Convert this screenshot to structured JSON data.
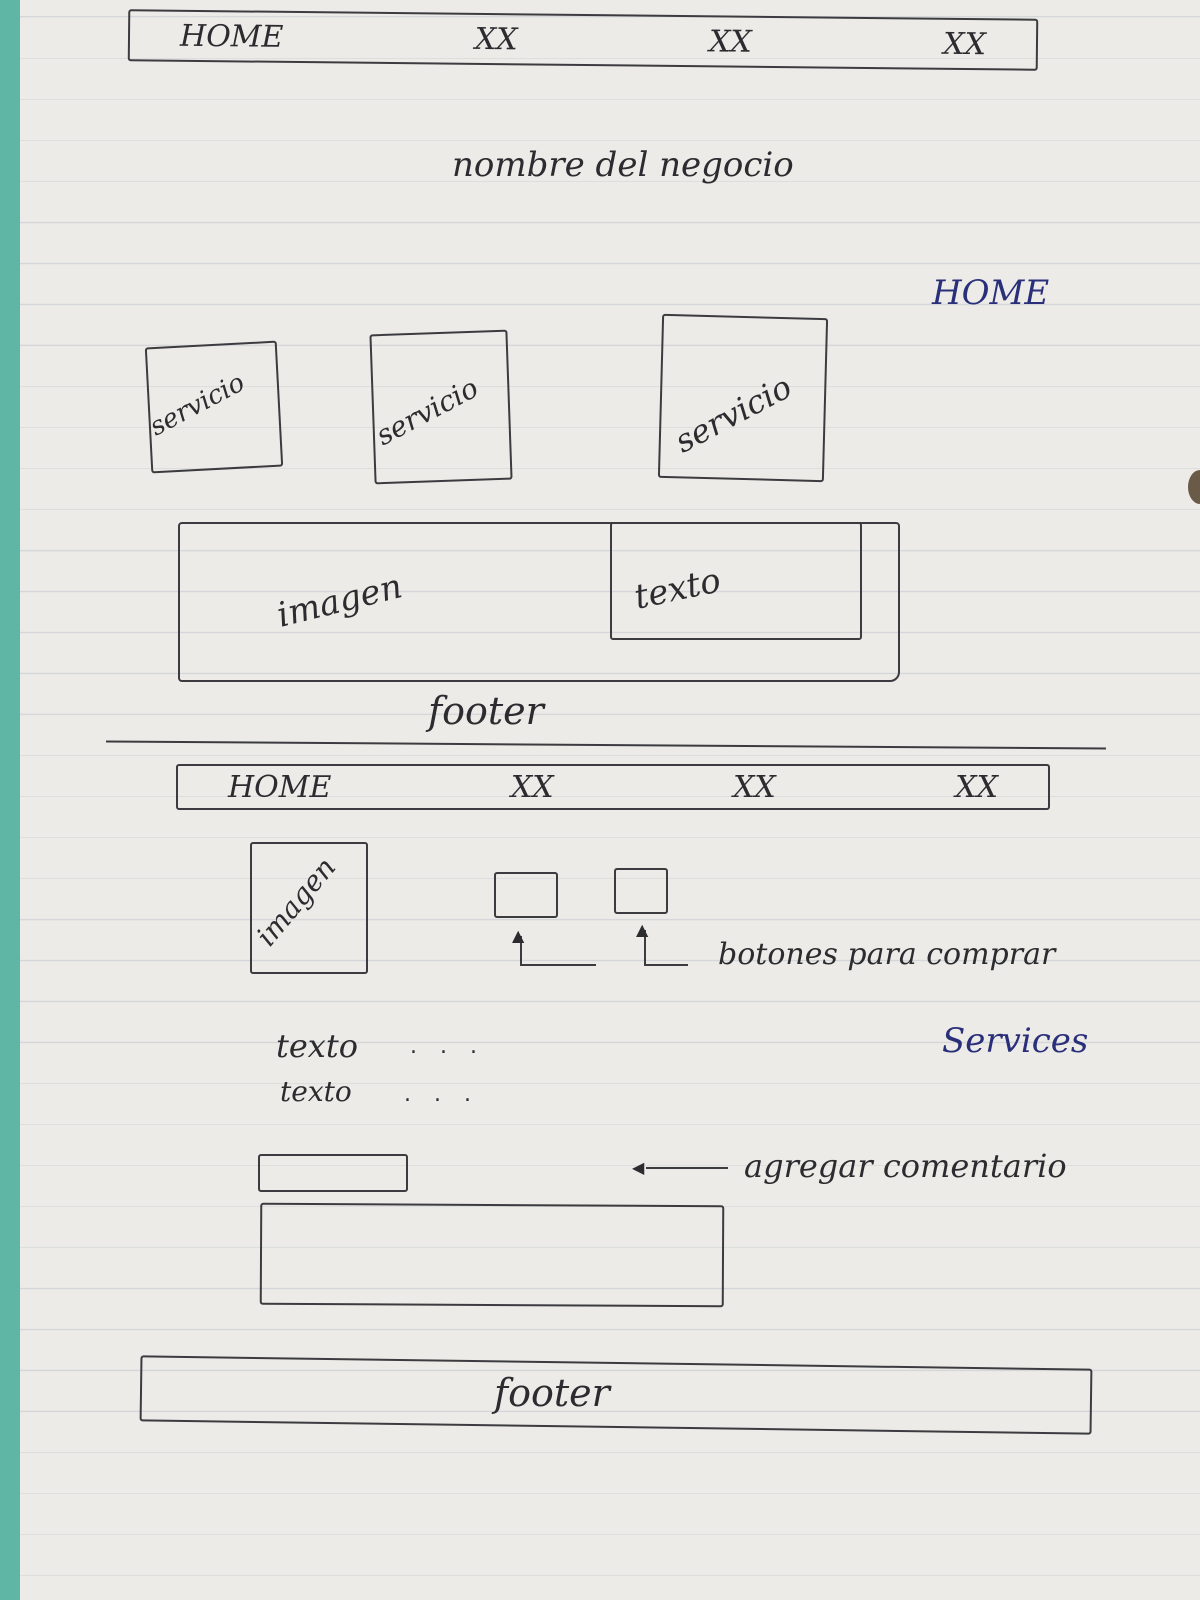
{
  "page1": {
    "nav": [
      "HOME",
      "XX",
      "XX",
      "XX"
    ],
    "business_name": "nombre del negocio",
    "page_label": "HOME",
    "service_cards": [
      "servicio",
      "servicio",
      "servicio"
    ],
    "image_label": "imagen",
    "text_label": "texto",
    "footer_label": "footer"
  },
  "page2": {
    "nav": [
      "HOME",
      "XX",
      "XX",
      "XX"
    ],
    "image_label": "imagen",
    "buy_buttons_note": "botones para comprar",
    "page_label": "Services",
    "text_lines": [
      "texto",
      "texto"
    ],
    "comment_note": "agregar comentario",
    "footer_label": "footer"
  }
}
